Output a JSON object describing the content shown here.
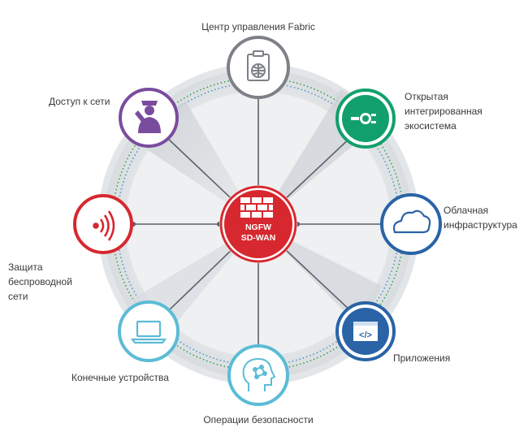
{
  "center": {
    "line1": "NGFW",
    "line2": "SD-WAN"
  },
  "nodes": {
    "top": "Центр управления Fabric",
    "open_eco": [
      "Открытая",
      "интегрированная",
      "экосистема"
    ],
    "cloud": [
      "Облачная",
      "инфраструктура"
    ],
    "apps": "Приложения",
    "secops": "Операции безопасности",
    "endpoints": "Конечные устройства",
    "wireless": [
      "Защита",
      "беспроводной",
      "сети"
    ],
    "access": "Доступ к сети"
  },
  "colors": {
    "red": "#d7282f",
    "gray": "#7d8087",
    "green": "#11a06b",
    "blue": "#2a63a6",
    "purple": "#7a4c9e",
    "light_blue": "#5bbcd6",
    "ring": "#d5d8dc",
    "dots_green": "#2fa44f",
    "dots_blue": "#4a97c8"
  },
  "icons": {
    "top": "clipboard-globe-icon",
    "open_eco": "plug-icon",
    "cloud": "cloud-icon",
    "apps": "code-window-icon",
    "secops": "brain-head-icon",
    "endpoints": "laptop-icon",
    "wireless": "wireless-signal-icon",
    "access": "officer-icon",
    "center": "firewall-brick-icon"
  }
}
